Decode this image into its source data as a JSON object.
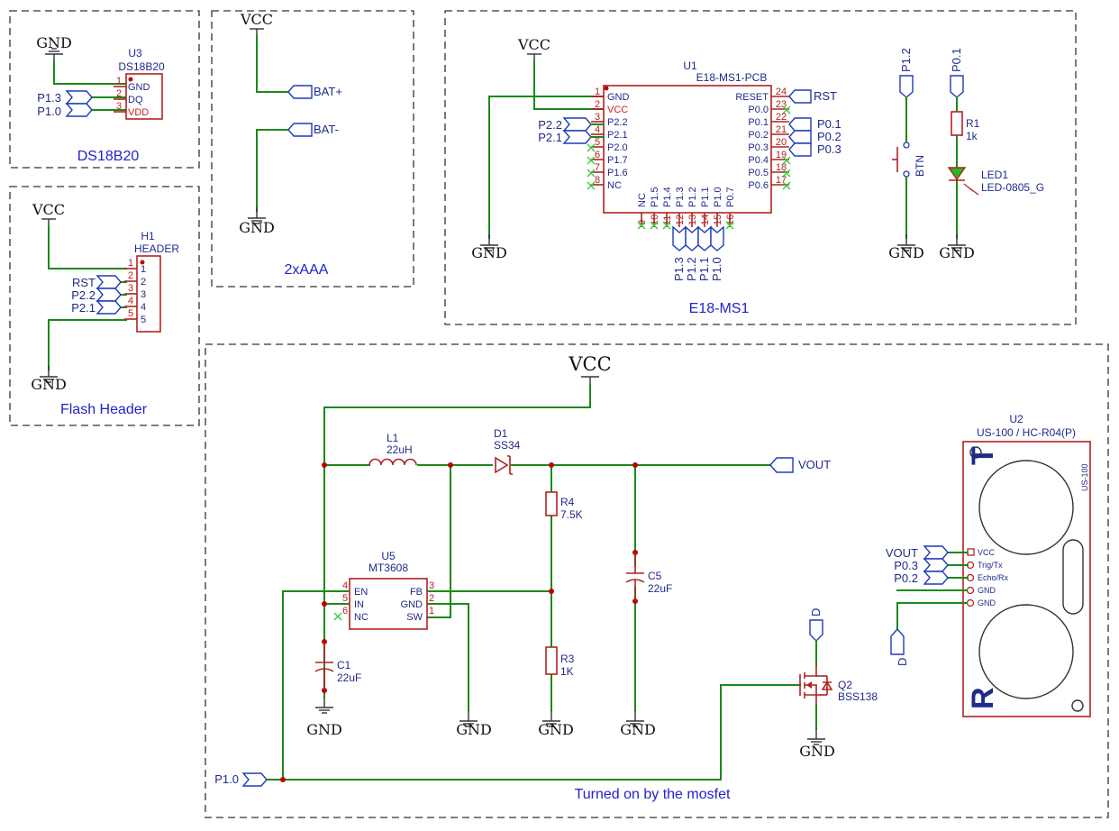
{
  "sections": {
    "ds18b20": "DS18B20",
    "battery": "2xAAA",
    "mcu": "E18-MS1",
    "flash": "Flash Header",
    "booster": "Turned on by the mosfet"
  },
  "power": {
    "vcc": "VCC",
    "gnd": "GND"
  },
  "u3": {
    "ref": "U3",
    "value": "DS18B20",
    "pins": [
      {
        "num": "1",
        "name": "GND",
        "net": ""
      },
      {
        "num": "2",
        "name": "DQ",
        "net": "P1.3"
      },
      {
        "num": "3",
        "name": "VDD",
        "net": "P1.0"
      }
    ]
  },
  "battery": {
    "plus": "BAT+",
    "minus": "BAT-"
  },
  "h1": {
    "ref": "H1",
    "value": "HEADER",
    "pins": [
      {
        "num": "1",
        "net": ""
      },
      {
        "num": "2",
        "net": "RST"
      },
      {
        "num": "3",
        "net": "P2.2"
      },
      {
        "num": "4",
        "net": "P2.1"
      },
      {
        "num": "5",
        "net": ""
      }
    ]
  },
  "u1": {
    "ref": "U1",
    "value": "E18-MS1-PCB",
    "left_pins": [
      {
        "num": "1",
        "name": "GND",
        "net": ""
      },
      {
        "num": "2",
        "name": "VCC",
        "net": ""
      },
      {
        "num": "3",
        "name": "P2.2",
        "net": "P2.2"
      },
      {
        "num": "4",
        "name": "P2.1",
        "net": "P2.1"
      },
      {
        "num": "5",
        "name": "P2.0",
        "net": ""
      },
      {
        "num": "6",
        "name": "P1.7",
        "net": ""
      },
      {
        "num": "7",
        "name": "P1.6",
        "net": ""
      },
      {
        "num": "8",
        "name": "NC",
        "net": ""
      }
    ],
    "bottom_pins": [
      {
        "num": "9",
        "name": "NC",
        "net": ""
      },
      {
        "num": "10",
        "name": "P1.5",
        "net": ""
      },
      {
        "num": "11",
        "name": "P1.4",
        "net": ""
      },
      {
        "num": "12",
        "name": "P1.3",
        "net": "P1.3"
      },
      {
        "num": "13",
        "name": "P1.2",
        "net": "P1.2"
      },
      {
        "num": "14",
        "name": "P1.1",
        "net": "P1.1"
      },
      {
        "num": "15",
        "name": "P1.0",
        "net": "P1.0"
      },
      {
        "num": "16",
        "name": "P0.7",
        "net": ""
      }
    ],
    "right_pins": [
      {
        "num": "24",
        "name": "RESET",
        "net": "RST"
      },
      {
        "num": "23",
        "name": "P0.0",
        "net": ""
      },
      {
        "num": "22",
        "name": "P0.1",
        "net": "P0.1"
      },
      {
        "num": "21",
        "name": "P0.2",
        "net": "P0.2"
      },
      {
        "num": "20",
        "name": "P0.3",
        "net": "P0.3"
      },
      {
        "num": "19",
        "name": "P0.4",
        "net": ""
      },
      {
        "num": "18",
        "name": "P0.5",
        "net": ""
      },
      {
        "num": "17",
        "name": "P0.6",
        "net": ""
      }
    ]
  },
  "btn": {
    "name": "BTN",
    "net": "P1.2"
  },
  "r1": {
    "ref": "R1",
    "value": "1k",
    "net": "P0.1"
  },
  "led1": {
    "ref": "LED1",
    "value": "LED-0805_G"
  },
  "l1": {
    "ref": "L1",
    "value": "22uH"
  },
  "d1": {
    "ref": "D1",
    "value": "SS34"
  },
  "vout": "VOUT",
  "r4": {
    "ref": "R4",
    "value": "7.5K"
  },
  "r3": {
    "ref": "R3",
    "value": "1K"
  },
  "c1": {
    "ref": "C1",
    "value": "22uF"
  },
  "c5": {
    "ref": "C5",
    "value": "22uF"
  },
  "u5": {
    "ref": "U5",
    "value": "MT3608",
    "left_pins": [
      {
        "num": "4",
        "name": "EN"
      },
      {
        "num": "5",
        "name": "IN"
      },
      {
        "num": "6",
        "name": "NC"
      }
    ],
    "right_pins": [
      {
        "num": "3",
        "name": "FB"
      },
      {
        "num": "2",
        "name": "GND"
      },
      {
        "num": "1",
        "name": "SW"
      }
    ]
  },
  "q2": {
    "ref": "Q2",
    "value": "BSS138",
    "net": "D"
  },
  "en_net": "P1.0",
  "u2": {
    "ref": "U2",
    "value": "US-100 / HC-R04(P)",
    "side": "US-100",
    "t": "T",
    "r": "R",
    "pins": [
      {
        "name": "VCC",
        "net": "VOUT"
      },
      {
        "name": "Trig/Tx",
        "net": "P0.3"
      },
      {
        "name": "Echo/Rx",
        "net": "P0.2"
      },
      {
        "name": "GND",
        "net": ""
      },
      {
        "name": "GND",
        "net": ""
      }
    ],
    "gnd_net": "D"
  }
}
